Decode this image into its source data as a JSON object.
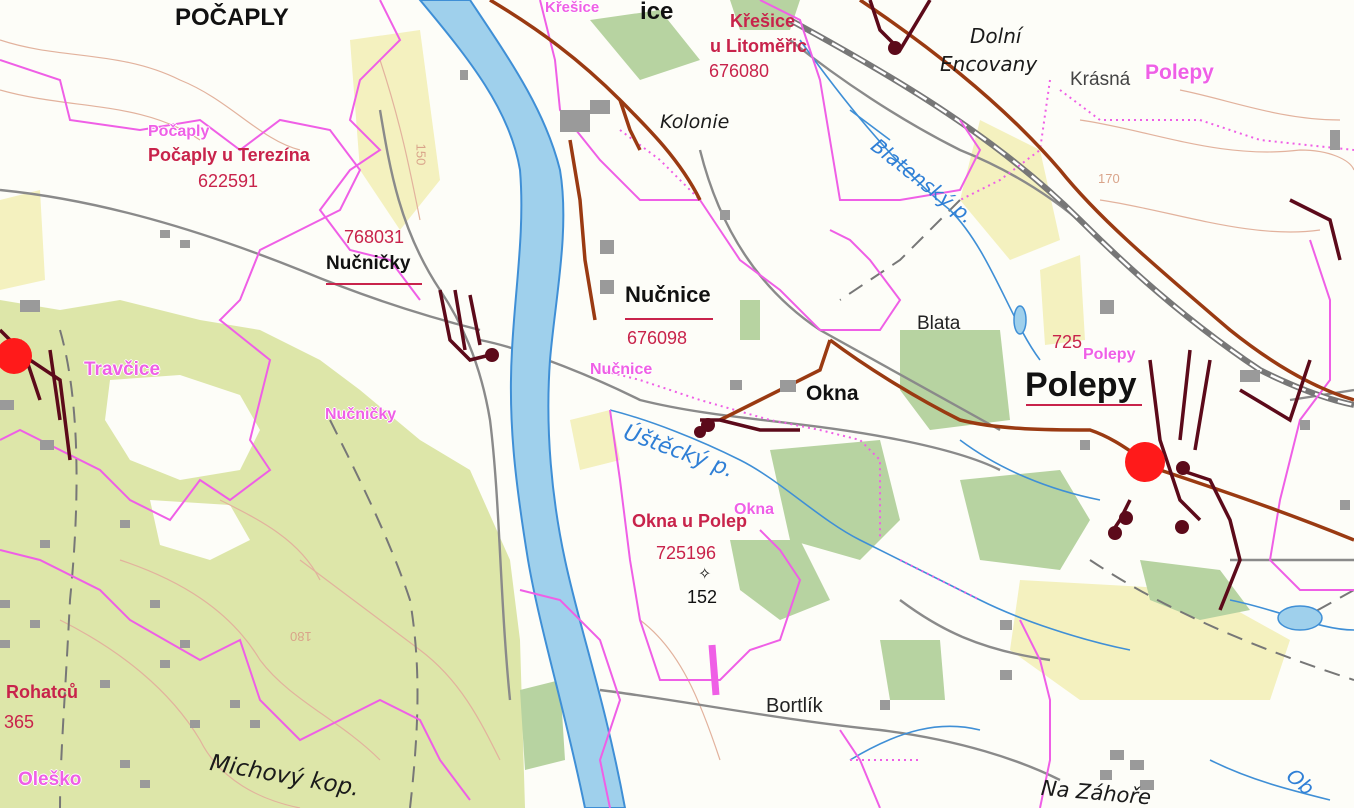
{
  "colors": {
    "background": "#fdfdf8",
    "forest": "#dde6a9",
    "meadow": "#b7d3a1",
    "field_yellow": "#f4f1bf",
    "river": "#9fd0ec",
    "river_edge": "#3f8fd6",
    "road_gray": "#8a8a8a",
    "boundary_pink": "#ef5fe6",
    "trail_brown": "#9a3a12",
    "trail_dark": "#5c0a1a",
    "contour": "#e2b29d",
    "cadastral_red": "#c8234b",
    "station_red": "#ff1a1a"
  },
  "labels": {
    "pocaply_top": "POČAPLY",
    "kresice_top": "Křešice",
    "ice_top": "ice",
    "kresice_u_litomeric": "Křešice",
    "kresice_u_litomeric_2": "u Litoměřic",
    "code_676080": "676080",
    "kolonie": "Kolonie",
    "dolni": "Dolní",
    "encovany": "Encovany",
    "krasna": "Krásná",
    "polepy_pink_top": "Polepy",
    "blatensky_p": "Blatenský p.",
    "contour_170": "170",
    "pocaply_pink": "Počaply",
    "pocaply_u_terezina": "Počaply u Terezína",
    "code_622591": "622591",
    "contour_150": "150",
    "code_768031": "768031",
    "nucnicky": "Nučničky",
    "nucnice": "Nučnice",
    "code_676098": "676098",
    "blata": "Blata",
    "code_725": "725",
    "polepy_pink_mid": "Polepy",
    "polepy_town": "Polepy",
    "travcice": "Travčice",
    "nucnice_pink": "Nučnice",
    "okna": "Okna",
    "nucnicky_pink": "Nučničky",
    "ustecky_p": "Úštěcký p.",
    "okna_pink": "Okna",
    "okna_u_polep": "Okna u Polep",
    "code_725196": "725196",
    "elev_152": "152",
    "contour_180": "180",
    "rohatcu": "Rohatců",
    "code_365": "365",
    "bortlik": "Bortlík",
    "olesko": "Oleško",
    "michovy_kop": "Michový kop.",
    "na_zahore": "Na Záhoře",
    "obora_partial": "Ob"
  }
}
